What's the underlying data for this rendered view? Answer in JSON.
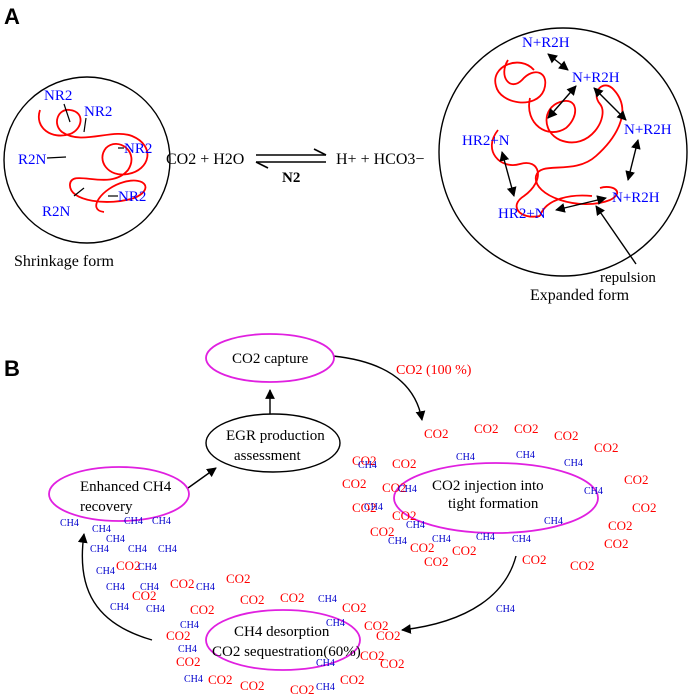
{
  "panel_a": {
    "letter": "A",
    "shrinkage_caption": "Shrinkage form",
    "expanded_caption": "Expanded form",
    "repulsion_label": "repulsion",
    "shrink_labels": [
      "NR2",
      "NR2",
      "R2N",
      "NR2",
      "NR2",
      "R2N"
    ],
    "expanded_labels": [
      "N+R2H",
      "N+R2H",
      "N+R2H",
      "HR2+N",
      "N+R2H",
      "HR2+N"
    ],
    "equation": {
      "reactants": "CO2 + H2O",
      "products": "H+ + HCO3−",
      "reverse_agent": "N2"
    }
  },
  "panel_b": {
    "letter": "B",
    "nodes": {
      "capture": "CO2 capture",
      "egr_line1": "EGR production",
      "egr_line2": "assessment",
      "enhanced_line1": "Enhanced CH4",
      "enhanced_line2": "recovery",
      "injection_line1": "CO2 injection into",
      "injection_line2": "tight formation",
      "desorption_line1": "CH4 desorption",
      "desorption_line2": "CO2  sequestration(60%)"
    },
    "co2_supply_label": "CO2 (100 %)",
    "co2_molecule": "CO2",
    "ch4_molecule": "CH4",
    "colors": {
      "co2": "#ff0000",
      "ch4": "#0000cc",
      "oval": "#e020e0",
      "chain": "#ff0000",
      "amine": "#0000ff"
    }
  }
}
